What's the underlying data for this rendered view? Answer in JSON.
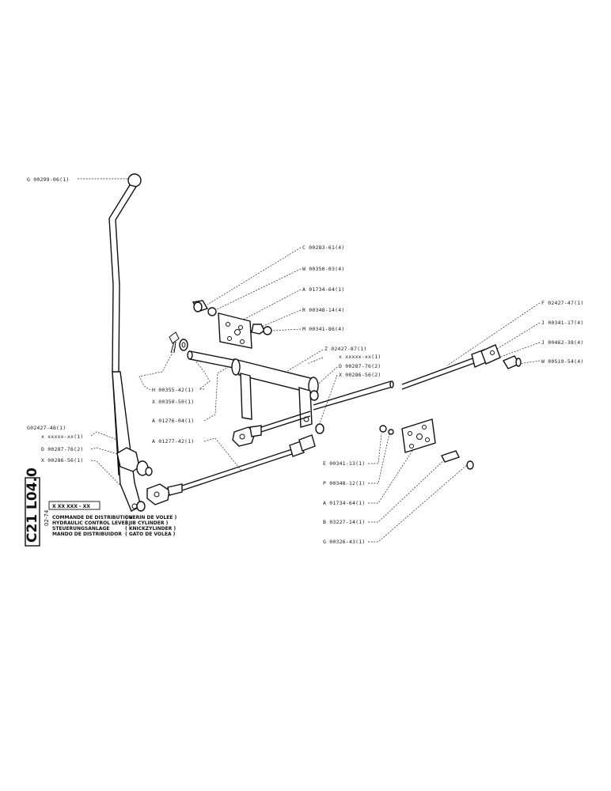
{
  "callouts": [
    {
      "id": "g-top",
      "text": "G 00299-06(1)"
    },
    {
      "id": "c-283",
      "text": "C 00283-61(4)"
    },
    {
      "id": "w-350",
      "text": "W 00350-03(4)"
    },
    {
      "id": "a-1734-top",
      "text": "A 01734-64(1)"
    },
    {
      "id": "r-348",
      "text": "R 00348-14(4)"
    },
    {
      "id": "m-341",
      "text": "M 00341-86(4)"
    },
    {
      "id": "f-2427",
      "text": "F 02427-47(1)"
    },
    {
      "id": "j-341",
      "text": "J 00341-17(4)"
    },
    {
      "id": "j-462",
      "text": "J 00462-38(4)"
    },
    {
      "id": "w-519",
      "text": "W 00519-54(4)"
    },
    {
      "id": "z-2427",
      "text": "Z 02427-87(1)"
    },
    {
      "id": "x-xxxxx-r",
      "text": "x xxxxx-xx(1)"
    },
    {
      "id": "d-287-r",
      "text": "D 00287-76(2)"
    },
    {
      "id": "x-286-r",
      "text": "X 00286-56(2)"
    },
    {
      "id": "h-355",
      "text": "H 00355-42(1)"
    },
    {
      "id": "x-350",
      "text": "X 00350-50(1)"
    },
    {
      "id": "a-1276",
      "text": "A 01276-04(1)"
    },
    {
      "id": "a-1277",
      "text": "A 01277-42(1)"
    },
    {
      "id": "g-2427",
      "text": "G02427-48(1)"
    },
    {
      "id": "x-xxxxx-l",
      "text": "x xxxxx-xx(1)"
    },
    {
      "id": "d-287-l",
      "text": "D 00287-76(2)"
    },
    {
      "id": "x-286-l",
      "text": "X 00286-56(1)"
    },
    {
      "id": "e-341",
      "text": "E 00341-13(1)"
    },
    {
      "id": "p-348",
      "text": "P 00348-12(1)"
    },
    {
      "id": "a-1734-bot",
      "text": "A 01734-64(1)"
    },
    {
      "id": "b-3227",
      "text": "B 03227-14(1)"
    },
    {
      "id": "g-326",
      "text": "G 00326-43(1)"
    }
  ],
  "sheet": {
    "code": "C21 L04.0",
    "date": "02-74",
    "ref_box": "X XX   XXX - XX",
    "title_lines": [
      "COMMANDE DE DISTRIBUTION",
      "HYDRAULIC CONTROL LEVER",
      "STEUERUNGSANLAGE",
      "MANDO DE DISTRIBUIDOR"
    ],
    "subtitle_lines": [
      "( VERIN DE VOLEE )",
      "( JIB CYLINDER )",
      "( KNICKZYLINDER )",
      "( GATO DE VOLEA )"
    ]
  }
}
